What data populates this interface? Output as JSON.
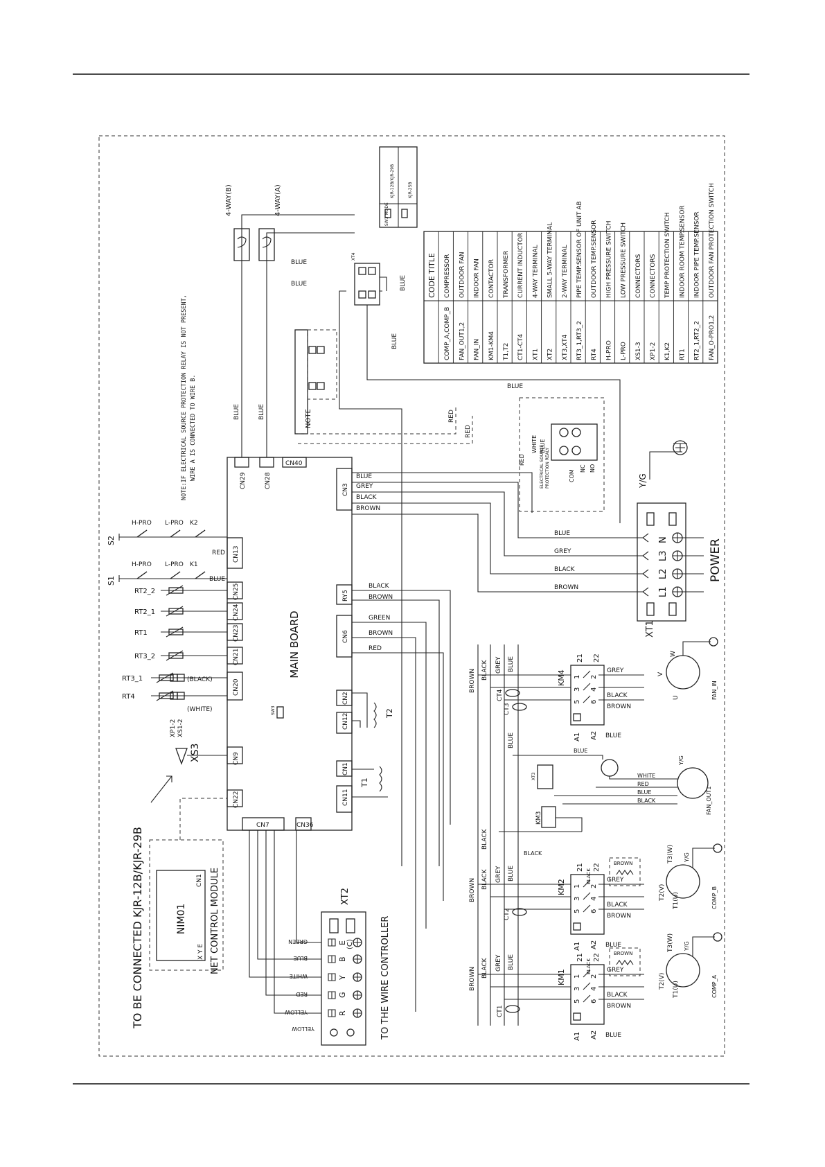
{
  "main_board": {
    "title": "MAIN BOARD",
    "left_connectors": [
      "CN13",
      "CN25",
      "CN24",
      "CN23",
      "CN21",
      "CN20",
      "CN9",
      "CN22"
    ],
    "top_connectors": [
      "CN29",
      "CN28",
      "CN40"
    ],
    "bottom_connectors": [
      "CN7",
      "CN36"
    ],
    "right_connectors": [
      "CN3",
      "RY5",
      "CN6",
      "CN2",
      "CN12",
      "CN1",
      "CN11"
    ],
    "sw3": "SW3"
  },
  "sensors": [
    "RT2_2",
    "RT2_1",
    "RT1",
    "RT3_2",
    "RT3_1",
    "RT4"
  ],
  "switch_rows": [
    {
      "label": "S2",
      "items": [
        "H-PRO",
        "L-PRO",
        "K2"
      ]
    },
    {
      "label": "S1",
      "items": [
        "H-PRO",
        "L-PRO",
        "K1"
      ]
    }
  ],
  "wire_labels": {
    "cn13_red": "RED",
    "cn13_blue": "BLUE",
    "cn20_black": "(BLACK)",
    "cn20_white": "(WHITE)",
    "cn3": [
      "BLUE",
      "GREY",
      "BLACK",
      "BROWN"
    ],
    "ry5": [
      "BLACK",
      "BROWN"
    ],
    "cn6": [
      "GREEN",
      "BROWN",
      "RED"
    ],
    "power": [
      "BLUE",
      "GREY",
      "BLACK",
      "BROWN"
    ],
    "top_blue": "BLUE",
    "red": "RED",
    "yg": "Y/G",
    "black": "BLACK",
    "grey": "GREY",
    "brown": "BROWN",
    "white": "WHITE"
  },
  "xp_labels": [
    "XP1-2",
    "XS1-2"
  ],
  "xs3": "XS3",
  "kjr_label": "TO BE CONNECTED KJR-12B/KJR-29B",
  "net_module": {
    "label": "NET CONTROL MODULE",
    "name": "NIM01",
    "cn1": "CN1",
    "pins": "X Y E"
  },
  "four_way": [
    "4-WAY(B)",
    "4-WAY(A)"
  ],
  "xt4": "XT4",
  "note_label": "NOTE",
  "note_text": [
    "NOTE:IF ELECTRICAL SOURCE PROTECTION RELAY IS NOT PRESENT,",
    "WIRE A IS CONNECTED TO WIRE B."
  ],
  "relay": {
    "title_lines": [
      "ELECTRICAL SOURCE",
      "PROTECTION REALY"
    ],
    "labels": [
      "WHITE",
      "BLUE",
      "RED",
      "COM",
      "NC",
      "NO"
    ]
  },
  "xt1": {
    "label": "XT1",
    "terminals": [
      "N",
      "L3",
      "L2",
      "L1"
    ],
    "power": "POWER"
  },
  "xt2": {
    "label": "XT2",
    "terminals": [
      "E",
      "B",
      "Y",
      "G",
      "R"
    ],
    "extra": "(C)",
    "wires": [
      "GREEN",
      "BLUE",
      "WHITE",
      "RED",
      "YELLOW"
    ],
    "controller": "TO THE WIRE CONTROLLER"
  },
  "contactors": [
    "KM4",
    "KM3",
    "KM2",
    "KM1"
  ],
  "km_pins": [
    "21",
    "22",
    "A1",
    "A2",
    "1",
    "3",
    "5",
    "2",
    "4",
    "6"
  ],
  "cts": [
    "CT4",
    "CT3",
    "CT2",
    "CT1"
  ],
  "transformers": [
    "T2",
    "T1"
  ],
  "motors": [
    {
      "name": "FAN_IN",
      "pins": [
        "W",
        "V",
        "U"
      ]
    },
    {
      "name": "FAN_OUT1",
      "pins": [
        "Y/G"
      ]
    },
    {
      "name": "COMP_B",
      "pins": [
        "T3(W)",
        "T2(V)",
        "T1(U)",
        "Y/G"
      ]
    },
    {
      "name": "COMP_A",
      "pins": [
        "T3(W)",
        "T2(V)",
        "T1(U)",
        "Y/G"
      ]
    }
  ],
  "xt3": "XT3",
  "sw3_table": {
    "header": "SW3 MODE",
    "rows": [
      "KJR-12B/KJR-29B",
      "KJR-25B"
    ]
  },
  "legend": {
    "headers": [
      "CODE",
      "TITLE"
    ],
    "rows": [
      [
        "COMP_A,COMP_B",
        "COMPRESSOR"
      ],
      [
        "FAN_OUT1,2",
        "OUTDOOR FAN"
      ],
      [
        "FAN_IN",
        "INDOOR FAN"
      ],
      [
        "KM1-KM4",
        "CONTACTOR"
      ],
      [
        "T1,T2",
        "TRANSFORMER"
      ],
      [
        "CT1-CT4",
        "CURRENT INDUCTOR"
      ],
      [
        "XT1",
        "4-WAY TERMINAL"
      ],
      [
        "XT2",
        "SMALL 5-WAY TERMINAL"
      ],
      [
        "XT3,XT4",
        "2-WAY TERMINAL"
      ],
      [
        "RT3_1,RT3_2",
        "PIPE TEMP.SENSOR OF UNIT AB"
      ],
      [
        "RT4",
        "OUTDOOR TEMP.SENSOR"
      ],
      [
        "H-PRO",
        "HIGH PRESSURE SWITCH"
      ],
      [
        "L-PRO",
        "LOW PRESSURE SWITCH"
      ],
      [
        "XS1-3",
        "CONNECTORS"
      ],
      [
        "XP1-2",
        "CONNECTORS"
      ],
      [
        "K1,K2",
        "TEMP PROTECTION SWITCH"
      ],
      [
        "RT1",
        "INDOOR ROOM TEMP.SENSOR"
      ],
      [
        "RT2_1,RT2_2",
        "INDOOR PIPE TEMP.SENSOR"
      ],
      [
        "FAN_O-PRO1,2",
        "OUTDOOR FAN PROTECTION SWITCH"
      ]
    ]
  }
}
